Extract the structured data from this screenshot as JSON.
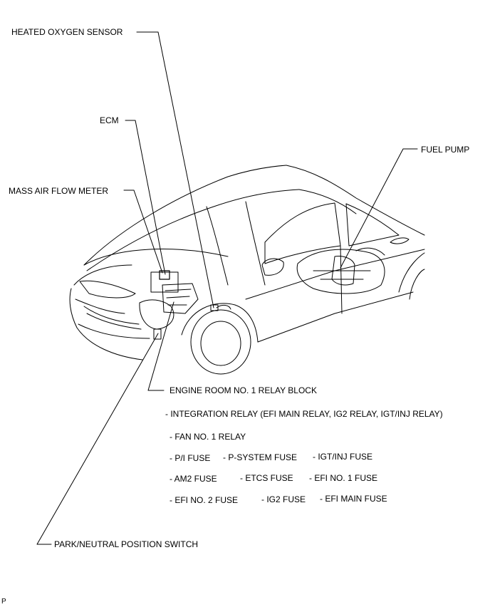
{
  "labels": {
    "heated_oxygen_sensor": "HEATED OXYGEN SENSOR",
    "ecm": "ECM",
    "fuel_pump": "FUEL PUMP",
    "mass_air_flow_meter": "MASS AIR FLOW METER",
    "engine_room_relay_block": "ENGINE ROOM NO. 1 RELAY BLOCK",
    "park_neutral_switch": "PARK/NEUTRAL POSITION SWITCH"
  },
  "relay_block_items": {
    "integration_relay": "- INTEGRATION RELAY (EFI MAIN RELAY, IG2 RELAY, IGT/INJ RELAY)",
    "fan_relay": "- FAN NO. 1 RELAY",
    "pi_fuse": "- P/I FUSE",
    "p_system_fuse": "- P-SYSTEM FUSE",
    "igt_inj_fuse": "- IGT/INJ FUSE",
    "am2_fuse": "- AM2 FUSE",
    "etcs_fuse": "- ETCS FUSE",
    "efi_no1_fuse": "- EFI NO. 1 FUSE",
    "efi_no2_fuse": "- EFI NO. 2 FUSE",
    "ig2_fuse": "- IG2 FUSE",
    "efi_main_fuse": "- EFI MAIN FUSE"
  },
  "footer_mark": "P"
}
